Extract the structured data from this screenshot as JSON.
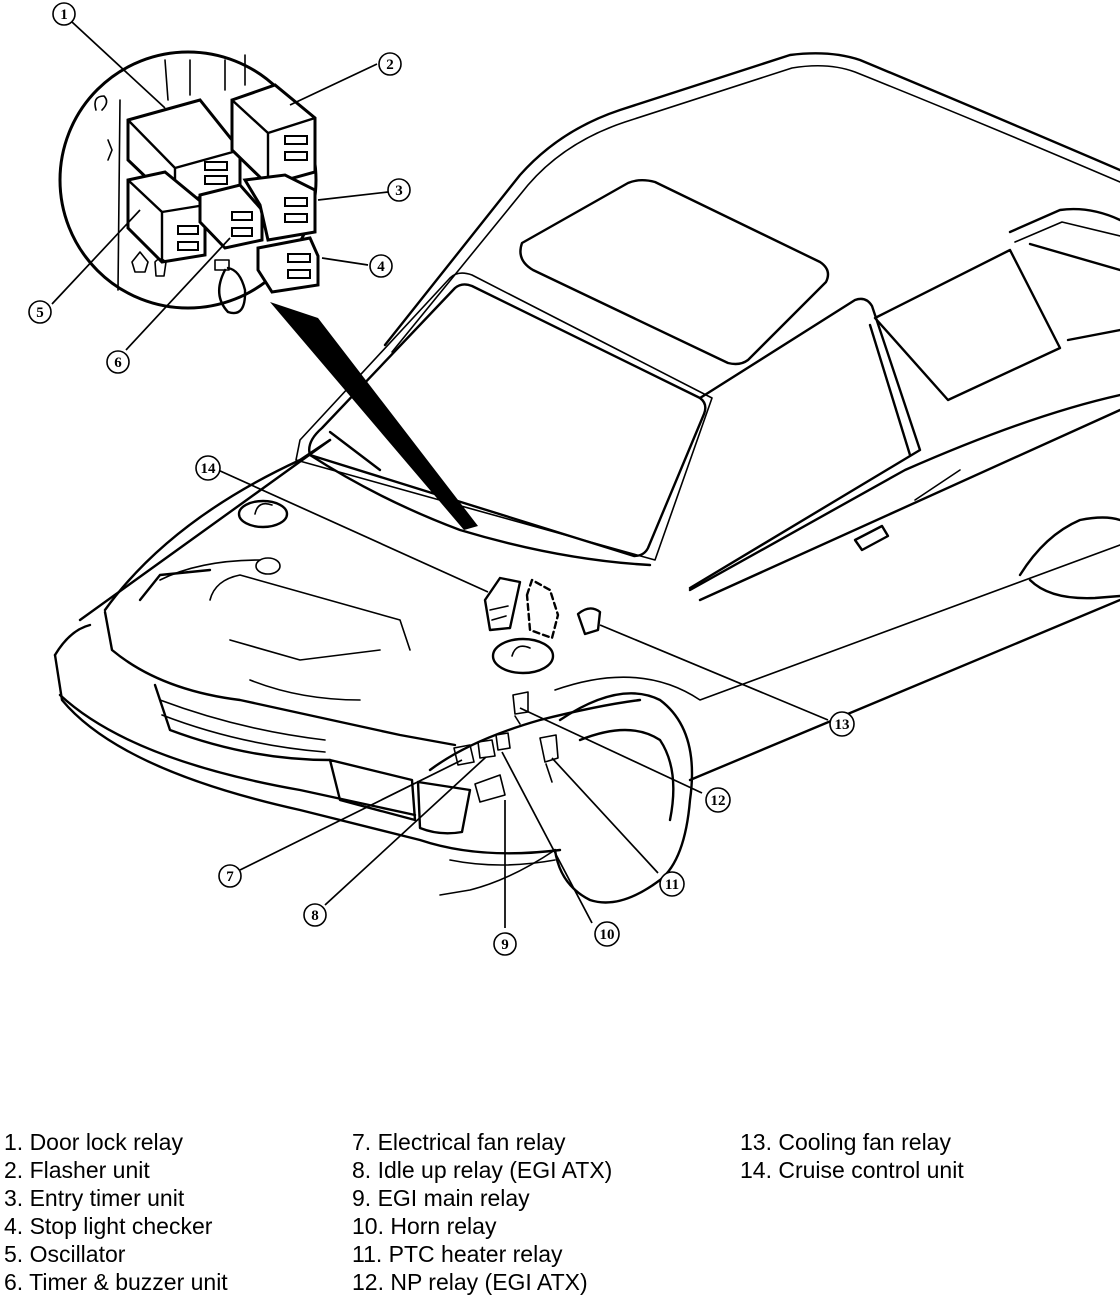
{
  "callouts": [
    {
      "id": "1",
      "label": "1"
    },
    {
      "id": "2",
      "label": "2"
    },
    {
      "id": "3",
      "label": "3"
    },
    {
      "id": "4",
      "label": "4"
    },
    {
      "id": "5",
      "label": "5"
    },
    {
      "id": "6",
      "label": "6"
    },
    {
      "id": "7",
      "label": "7"
    },
    {
      "id": "8",
      "label": "8"
    },
    {
      "id": "9",
      "label": "9"
    },
    {
      "id": "10",
      "label": "10"
    },
    {
      "id": "11",
      "label": "11"
    },
    {
      "id": "12",
      "label": "12"
    },
    {
      "id": "13",
      "label": "13"
    },
    {
      "id": "14",
      "label": "14"
    }
  ],
  "legend": {
    "columns": [
      [
        "1. Door lock relay",
        "2. Flasher unit",
        "3. Entry timer unit",
        "4. Stop light checker",
        "5. Oscillator",
        "6. Timer & buzzer unit"
      ],
      [
        "7. Electrical fan relay",
        "8. Idle up relay (EGI ATX)",
        "9. EGI main relay",
        "10. Horn relay",
        "11. PTC heater relay",
        "12. NP relay (EGI ATX)"
      ],
      [
        "13. Cooling fan relay",
        "14. Cruise control unit"
      ]
    ]
  }
}
